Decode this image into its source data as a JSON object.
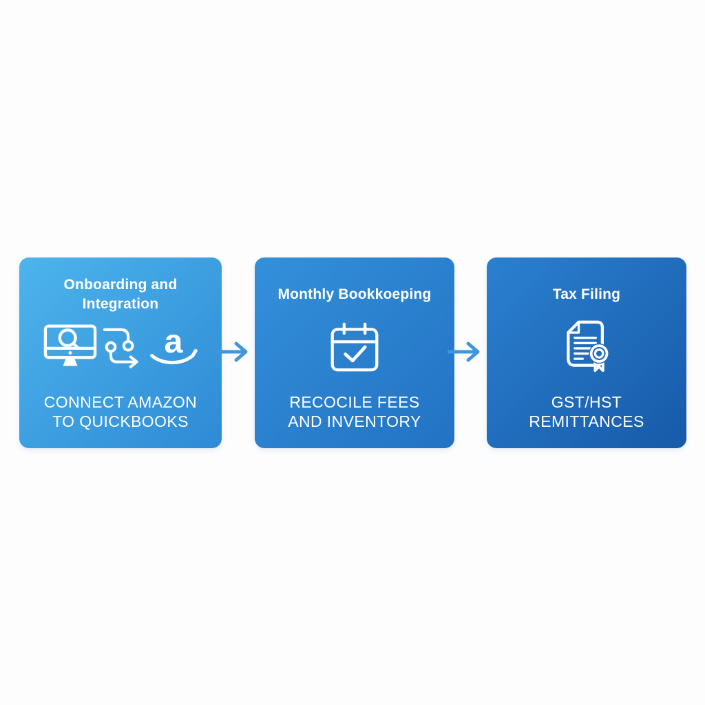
{
  "diagram": {
    "background_color": "#fdfdfd",
    "text_color": "#ffffff",
    "arrow_color": "#3e96dc",
    "steps": [
      {
        "title": "Onboarding and\nIntegration",
        "subtitle": "CONNECT AMAZON\nTO QUICKBOOKS",
        "icons": [
          "monitor-search-icon",
          "workflow-icon",
          "amazon-icon"
        ],
        "gradient": {
          "from": "#4db4ec",
          "to": "#2e8ad5"
        }
      },
      {
        "title": "Monthly Bookkoeping",
        "subtitle": "RECOCILE FEES\nAND INVENTORY",
        "icons": [
          "calendar-check-icon"
        ],
        "gradient": {
          "from": "#3490da",
          "to": "#2272c3"
        }
      },
      {
        "title": "Tax Filing",
        "subtitle": "GST/HST\nREMITTANCES",
        "icons": [
          "document-seal-icon"
        ],
        "gradient": {
          "from": "#2b80d0",
          "to": "#175aa9"
        }
      }
    ],
    "amazon_letter": "a"
  }
}
